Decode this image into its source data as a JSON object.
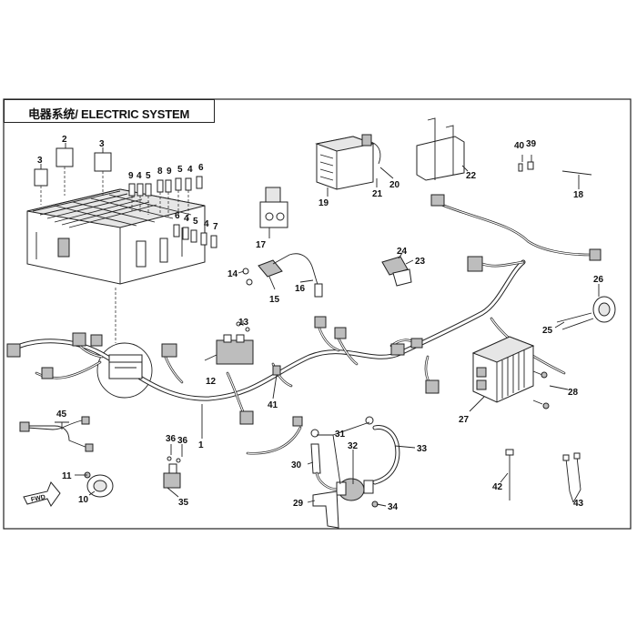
{
  "title": "电器系统/ ELECTRIC SYSTEM",
  "callouts": {
    "c1": "1",
    "c2": "2",
    "c3a": "3",
    "c3b": "3",
    "c4a": "4",
    "c4b": "4",
    "c4c": "4",
    "c4d": "4",
    "c5a": "5",
    "c5b": "5",
    "c5c": "5",
    "c6a": "6",
    "c6b": "6",
    "c7": "7",
    "c8": "8",
    "c9a": "9",
    "c9b": "9",
    "c10": "10",
    "c11": "11",
    "c12": "12",
    "c13": "13",
    "c14": "14",
    "c15": "15",
    "c16": "16",
    "c17": "17",
    "c18": "18",
    "c19": "19",
    "c20": "20",
    "c21": "21",
    "c22": "22",
    "c23": "23",
    "c24": "24",
    "c25": "25",
    "c26": "26",
    "c27": "27",
    "c28": "28",
    "c29": "29",
    "c30": "30",
    "c31": "31",
    "c32": "32",
    "c33": "33",
    "c34": "34",
    "c35": "35",
    "c36a": "36",
    "c36b": "36",
    "c39": "39",
    "c40": "40",
    "c41": "41",
    "c42": "42",
    "c43": "43",
    "c45": "45"
  },
  "fwd_label": "FWD"
}
